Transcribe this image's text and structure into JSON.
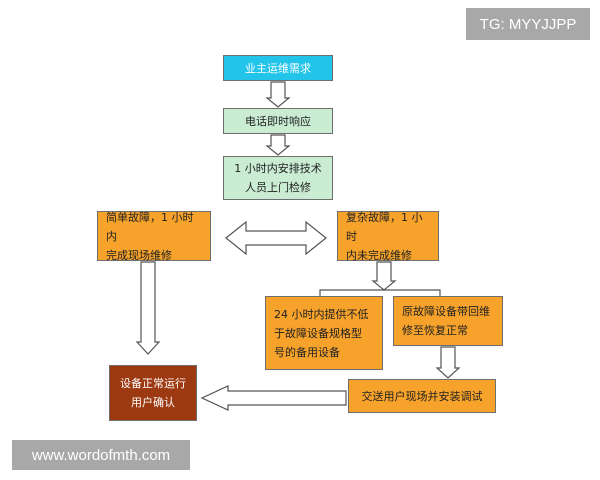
{
  "nodes": {
    "n1": "业主运维需求",
    "n2": "电话即时响应",
    "n3": "1 小时内安排技术\n人员上门检修",
    "n4": "简单故障，1 小时内\n完成现场维修",
    "n5": "复杂故障，1 小时\n内未完成维修",
    "n6": "24 小时内提供不低\n于故障设备规格型\n号的备用设备",
    "n7": "原故障设备带回维\n修至恢复正常",
    "n8": "交送用户现场并安装调试",
    "n9_line1": "设备正常运行",
    "n9_line2": "用户确认"
  },
  "watermarks": {
    "tg": "TG: MYYJJPP",
    "site": "www.wordofmth.com"
  },
  "colors": {
    "cyan": "#22c4e9",
    "mint": "#c9ecd2",
    "orange": "#f7a22a",
    "dark_red": "#9c3911",
    "arrow_stroke": "#555555"
  }
}
